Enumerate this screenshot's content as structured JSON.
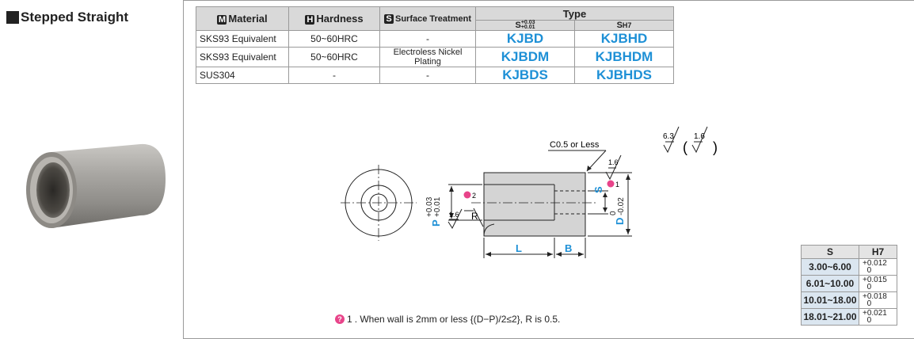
{
  "section": {
    "title": "Stepped Straight"
  },
  "spec_table": {
    "headers": {
      "material_badge": "M",
      "material": "Material",
      "hardness_badge": "H",
      "hardness": "Hardness",
      "surface_badge": "S",
      "surface": "Surface Treatment",
      "type": "Type",
      "type_s": "S",
      "type_s_tol_upper": "+0.03",
      "type_s_tol_lower": "+0.01",
      "type_h": "S",
      "type_h_sub": "H7"
    },
    "rows": [
      {
        "material": "SKS93 Equivalent",
        "hardness": "50~60HRC",
        "surface": "-",
        "code_s": "KJBD",
        "code_h": "KJBHD"
      },
      {
        "material": "SKS93 Equivalent",
        "hardness": "50~60HRC",
        "surface": "Electroless Nickel Plating",
        "code_s": "KJBDM",
        "code_h": "KJBHDM"
      },
      {
        "material": "SUS304",
        "hardness": "-",
        "surface": "-",
        "code_s": "KJBDS",
        "code_h": "KJBHDS"
      }
    ]
  },
  "drawing": {
    "chamfer": "C0.5 or Less",
    "rough_1": "6.3",
    "rough_2": "1.6",
    "rough_3": "1.6",
    "rough_4": "1.6",
    "p_label": "P",
    "p_tol_upper": "+0.03",
    "p_tol_lower": "+0.01",
    "d_label": "D",
    "d_tol_upper": "0",
    "d_tol_lower": "-0.02",
    "s_label": "S",
    "r_label": "R",
    "l_label": "L",
    "b_label": "B",
    "note_mark_1": "1",
    "note_mark_2": "2",
    "paren_open": "(",
    "paren_close": ")"
  },
  "tolerance_table": {
    "col_s": "S",
    "col_h7": "H7",
    "rows": [
      {
        "s": "3.00~6.00",
        "upper": "+0.012",
        "lower": "0"
      },
      {
        "s": "6.01~10.00",
        "upper": "+0.015",
        "lower": "0"
      },
      {
        "s": "10.01~18.00",
        "upper": "+0.018",
        "lower": "0"
      },
      {
        "s": "18.01~21.00",
        "upper": "+0.021",
        "lower": "0"
      }
    ]
  },
  "note": {
    "mark": "1",
    "text": ". When wall is 2mm or less {(D−P)/2≤2}, R is 0.5."
  }
}
